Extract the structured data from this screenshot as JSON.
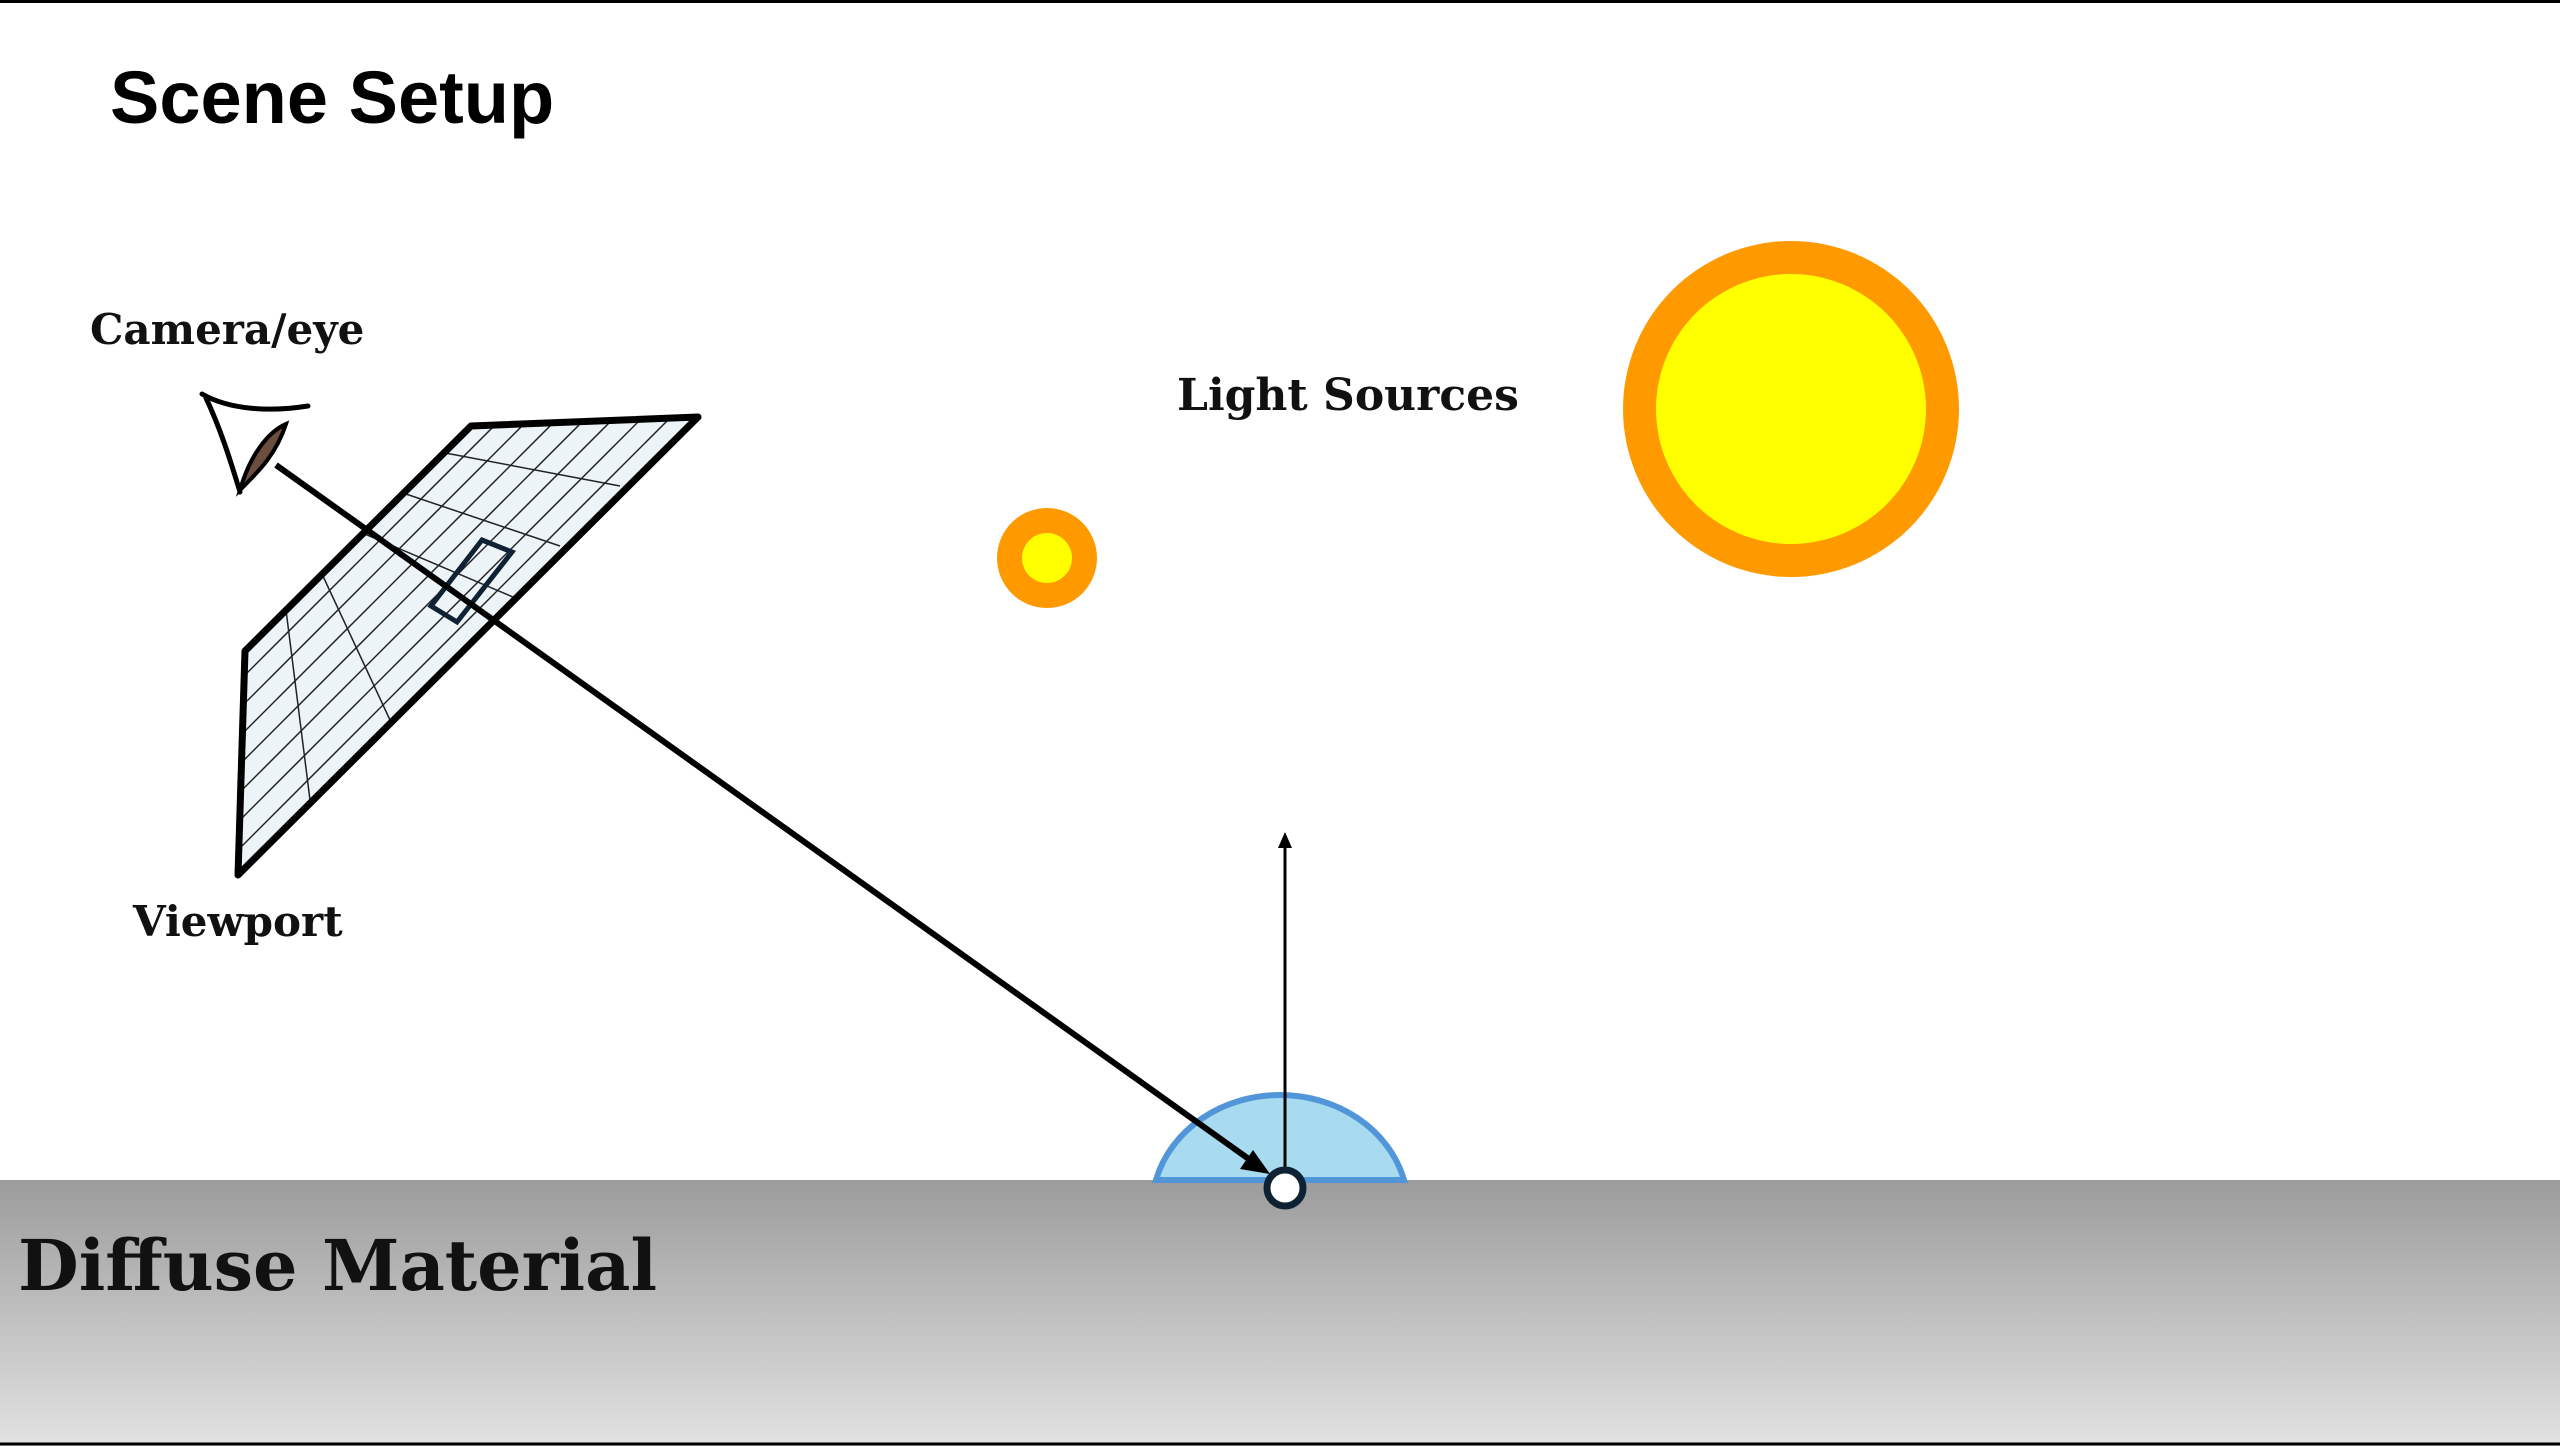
{
  "slide": {
    "title": "Scene Setup"
  },
  "labels": {
    "camera": "Camera/eye",
    "viewport": "Viewport",
    "light_sources": "Light Sources",
    "material": "Diffuse Material"
  },
  "colors": {
    "light_ring": "#FF9900",
    "light_core": "#FFFF00",
    "hemisphere_fill": "#A8DAF0",
    "hemisphere_stroke": "#5096D8",
    "floor_top": "#9C9C9C",
    "floor_bottom": "#E2E2E2",
    "viewport_fill": "#EDF4F8",
    "stroke": "#000000"
  },
  "icons": {
    "camera": "eye-icon",
    "light_small": "sun-icon",
    "light_large": "sun-icon"
  }
}
